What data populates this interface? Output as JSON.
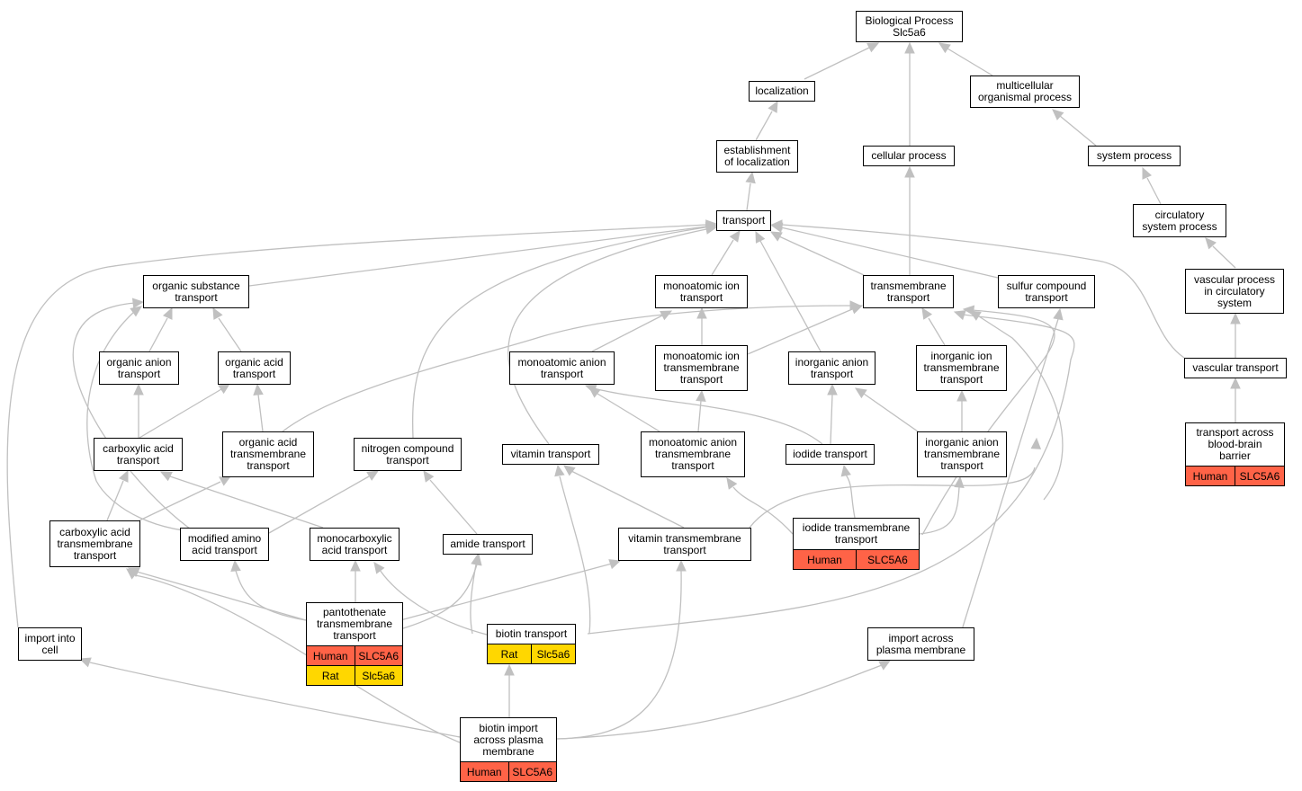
{
  "colors": {
    "edge": "#c0c0c0",
    "human": "#ff6347",
    "rat": "#ffd700"
  },
  "nodes": {
    "bp": "Biological Process\nSlc5a6",
    "localization": "localization",
    "multicellular": "multicellular\norganismal process",
    "establishment": "establishment\nof localization",
    "cellular": "cellular process",
    "system": "system process",
    "transport": "transport",
    "circulatory": "circulatory\nsystem process",
    "organic_substance": "organic substance\ntransport",
    "monoatomic_ion": "monoatomic ion\ntransport",
    "transmembrane": "transmembrane\ntransport",
    "sulfur": "sulfur compound\ntransport",
    "vascular_process": "vascular process\nin circulatory\nsystem",
    "organic_anion": "organic anion\ntransport",
    "organic_acid": "organic acid\ntransport",
    "monoatomic_anion": "monoatomic anion\ntransport",
    "monoatomic_ion_tm": "monoatomic ion\ntransmembrane\ntransport",
    "inorganic_anion": "inorganic anion\ntransport",
    "inorganic_ion_tm": "inorganic ion\ntransmembrane\ntransport",
    "vascular_transport": "vascular transport",
    "carboxylic": "carboxylic acid\ntransport",
    "organic_acid_tm": "organic acid\ntransmembrane\ntransport",
    "nitrogen": "nitrogen compound\ntransport",
    "vitamin": "vitamin transport",
    "monoatomic_anion_tm": "monoatomic anion\ntransmembrane\ntransport",
    "iodide": "iodide transport",
    "inorganic_anion_tm": "inorganic anion\ntransmembrane\ntransport",
    "bbb": "transport across\nblood-brain\nbarrier",
    "carboxylic_tm": "carboxylic acid\ntransmembrane\ntransport",
    "modified_amino": "modified amino\nacid transport",
    "monocarboxylic": "monocarboxylic\nacid transport",
    "amide": "amide transport",
    "vitamin_tm": "vitamin transmembrane\ntransport",
    "iodide_tm": "iodide transmembrane\ntransport",
    "pantothenate": "pantothenate\ntransmembrane\ntransport",
    "biotin": "biotin transport",
    "import_cell": "import into\ncell",
    "import_pm": "import across\nplasma membrane",
    "biotin_import": "biotin import\nacross plasma\nmembrane"
  },
  "annotations": {
    "bbb": [
      [
        "Human",
        "SLC5A6"
      ]
    ],
    "iodide_tm": [
      [
        "Human",
        "SLC5A6"
      ]
    ],
    "pantothenate": [
      [
        "Human",
        "SLC5A6"
      ],
      [
        "Rat",
        "Slc5a6"
      ]
    ],
    "biotin": [
      [
        "Rat",
        "Slc5a6"
      ]
    ],
    "biotin_import": [
      [
        "Human",
        "SLC5A6"
      ]
    ]
  }
}
